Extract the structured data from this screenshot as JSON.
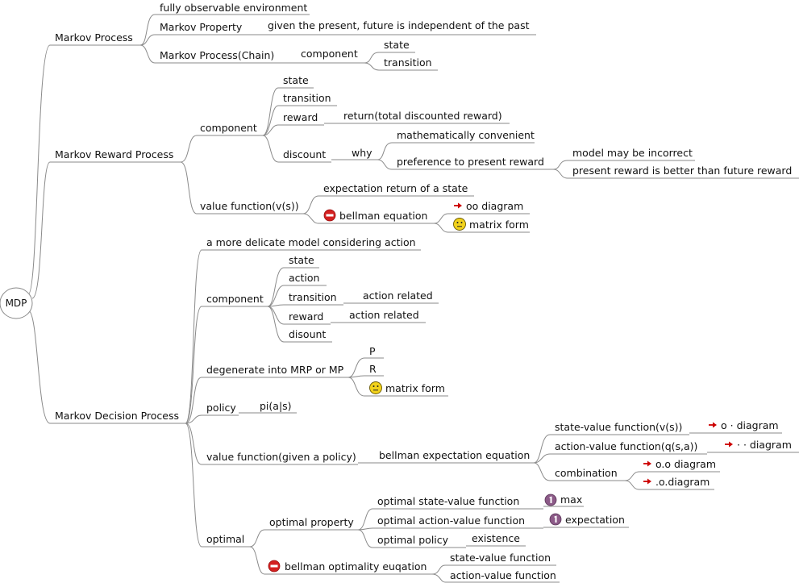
{
  "root": {
    "label": "MDP"
  },
  "nodes": {
    "mp": "Markov Process",
    "mp_fully": "fully observable environment",
    "mp_property": "Markov Property",
    "mp_property_def": "given the present, future is independent of the past",
    "mp_chain": "Markov Process(Chain)",
    "mp_component": "component",
    "mp_state": "state",
    "mp_transition": "transition",
    "mrp": "Markov Reward Process",
    "mrp_component": "component",
    "mrp_state": "state",
    "mrp_transition": "transition",
    "mrp_reward": "reward",
    "mrp_return": "return(total discounted reward)",
    "mrp_discount": "discount",
    "mrp_why": "why",
    "mrp_math": "mathematically convenient",
    "mrp_pref": "preference to present reward",
    "mrp_model": "model may be incorrect",
    "mrp_present": "present reward is better than future reward",
    "mrp_vf": "value function(v(s))",
    "mrp_expect": "expectation return of a state",
    "mrp_bellman": "bellman equation",
    "mrp_oo": "oo diagram",
    "mrp_matrix": "matrix form",
    "mdp": "Markov Decision Process",
    "mdp_delicate": "a more delicate model considering action",
    "mdp_component": "component",
    "mdp_state": "state",
    "mdp_action": "action",
    "mdp_transition": "transition",
    "mdp_trans_rel": "action related",
    "mdp_reward": "reward",
    "mdp_reward_rel": "action related",
    "mdp_discount": "disount",
    "mdp_degen": "degenerate into MRP or MP",
    "mdp_P": "P",
    "mdp_R": "R",
    "mdp_matrix": "matrix form",
    "mdp_policy": "policy",
    "mdp_pi": "pi(a|s)",
    "mdp_vf": "value function(given a policy)",
    "mdp_bexp": "bellman expectation equation",
    "mdp_svf": "state-value function(v(s))",
    "mdp_o_diag": "o · diagram",
    "mdp_avf": "action-value function(q(s,a))",
    "mdp_dot_diag": "· · diagram",
    "mdp_comb": "combination",
    "mdp_oo_diag": "o.o diagram",
    "mdp_doto_diag": ".o.diagram",
    "mdp_optimal": "optimal",
    "mdp_optprop": "optimal property",
    "mdp_osvf": "optimal state-value function",
    "mdp_max": "max",
    "mdp_oavf": "optimal action-value function",
    "mdp_expectation": "expectation",
    "mdp_opolicy": "optimal policy",
    "mdp_existence": "existence",
    "mdp_bopt": "bellman optimality euqation",
    "mdp_bopt_svf": "state-value function",
    "mdp_bopt_avf": "action-value function"
  },
  "icons": {
    "arrow": "red-arrow",
    "stop": "stop-sign",
    "smiley": "neutral-smiley",
    "priority": "priority-1"
  },
  "colors": {
    "line": "#8a8a8a",
    "arrow": "#cc0000",
    "stop": "#d42020",
    "smiley": "#f2d21b",
    "priority": "#8c5a88"
  }
}
